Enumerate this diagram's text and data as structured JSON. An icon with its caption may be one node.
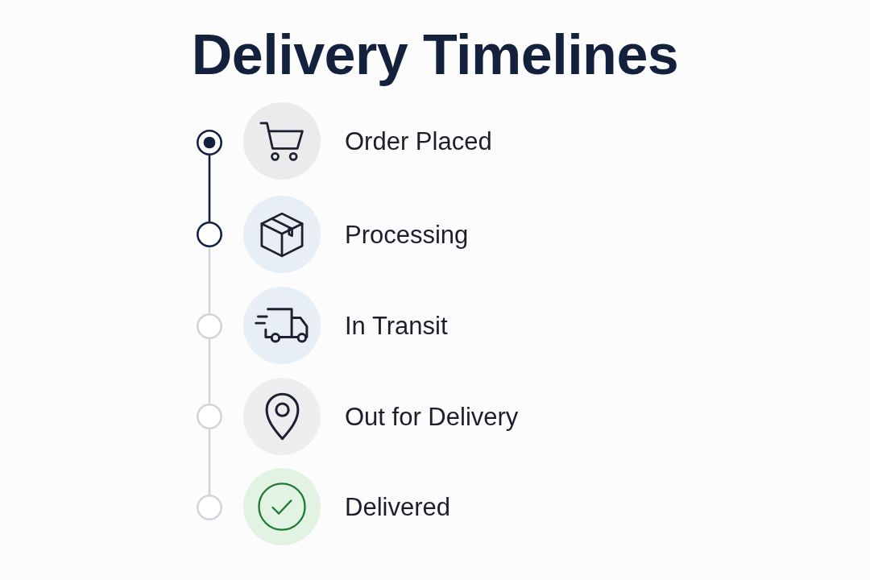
{
  "diagram": {
    "title": "Delivery Timelines",
    "nodes": [
      {
        "text": [],
        "shape": "circle"
      },
      {
        "text": [],
        "shape": "circle",
        "beside": [
          "Order Placed"
        ]
      },
      {
        "text": [],
        "shape": "circle"
      },
      {
        "text": [],
        "shape": "circle",
        "beside": [
          "Processing"
        ]
      },
      {
        "text": [],
        "shape": "circle"
      },
      {
        "text": [],
        "shape": "circle",
        "beside": [
          "In Transit"
        ]
      },
      {
        "text": [],
        "shape": "circle"
      },
      {
        "text": [],
        "shape": "circle",
        "beside": [
          "Out for Delivery"
        ]
      },
      {
        "text": [],
        "shape": "circle"
      },
      {
        "text": [],
        "shape": "circle",
        "beside": [
          "Delivered"
        ]
      }
    ],
    "edges": [
      {
        "from": 0,
        "to": 2,
        "arrow": "none",
        "color": "#14213d"
      },
      {
        "from": 2,
        "to": 4,
        "arrow": "none"
      },
      {
        "from": 4,
        "to": 6,
        "arrow": "none"
      },
      {
        "from": 6,
        "to": 8,
        "arrow": "none"
      }
    ]
  }
}
